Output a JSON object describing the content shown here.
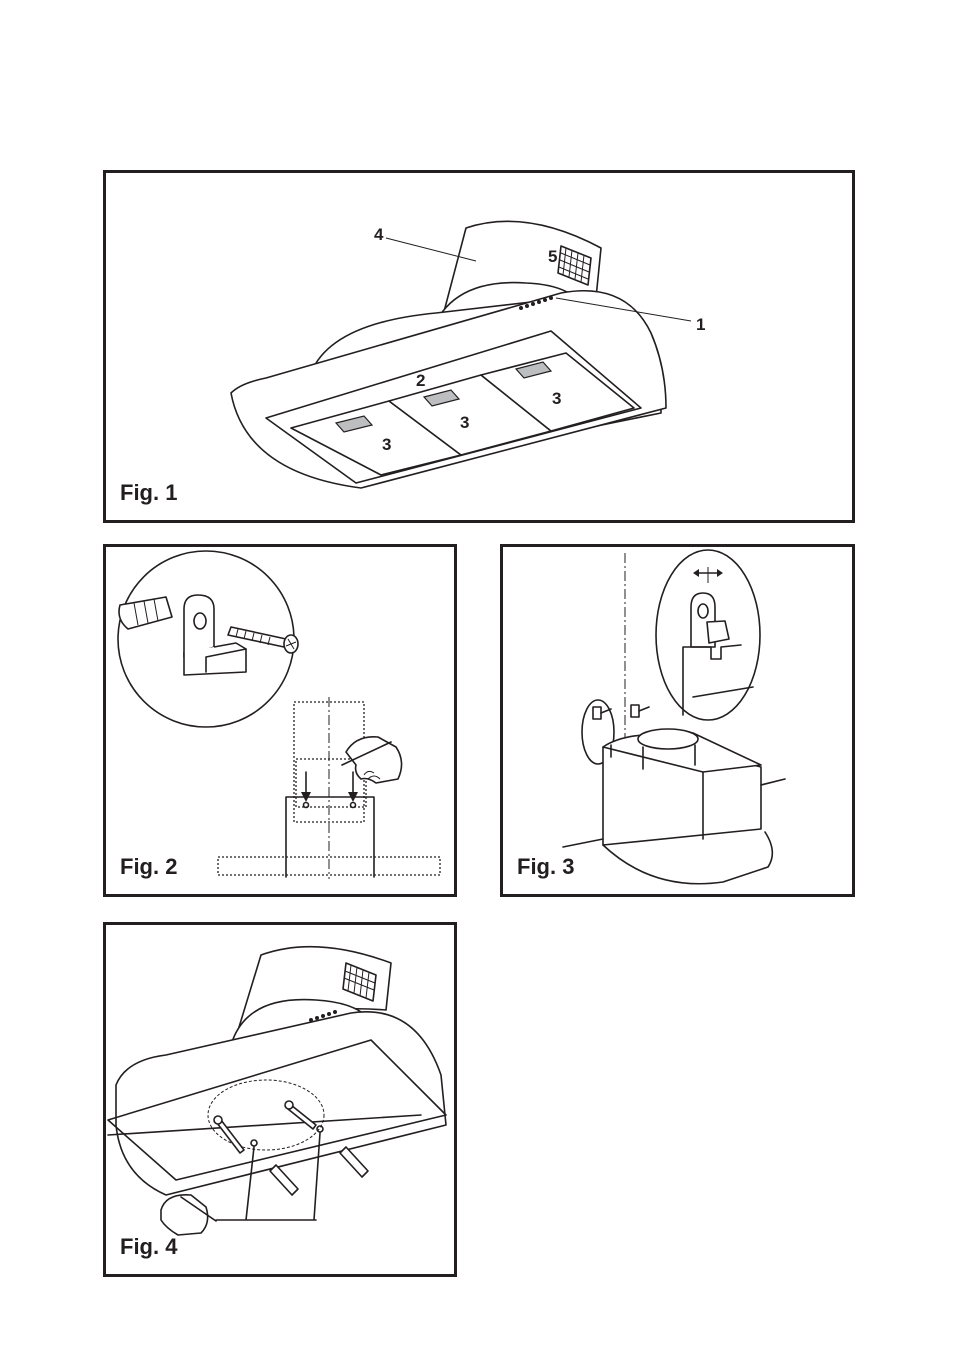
{
  "figures": {
    "fig1": {
      "caption": "Fig. 1",
      "callouts": {
        "c1": "1",
        "c2": "2",
        "c3a": "3",
        "c3b": "3",
        "c3c": "3",
        "c4": "4",
        "c5": "5"
      }
    },
    "fig2": {
      "caption": "Fig. 2"
    },
    "fig3": {
      "caption": "Fig. 3"
    },
    "fig4": {
      "caption": "Fig. 4"
    }
  },
  "colors": {
    "line": "#231f20",
    "filter_tab": "#bcbec0",
    "background": "#ffffff"
  }
}
